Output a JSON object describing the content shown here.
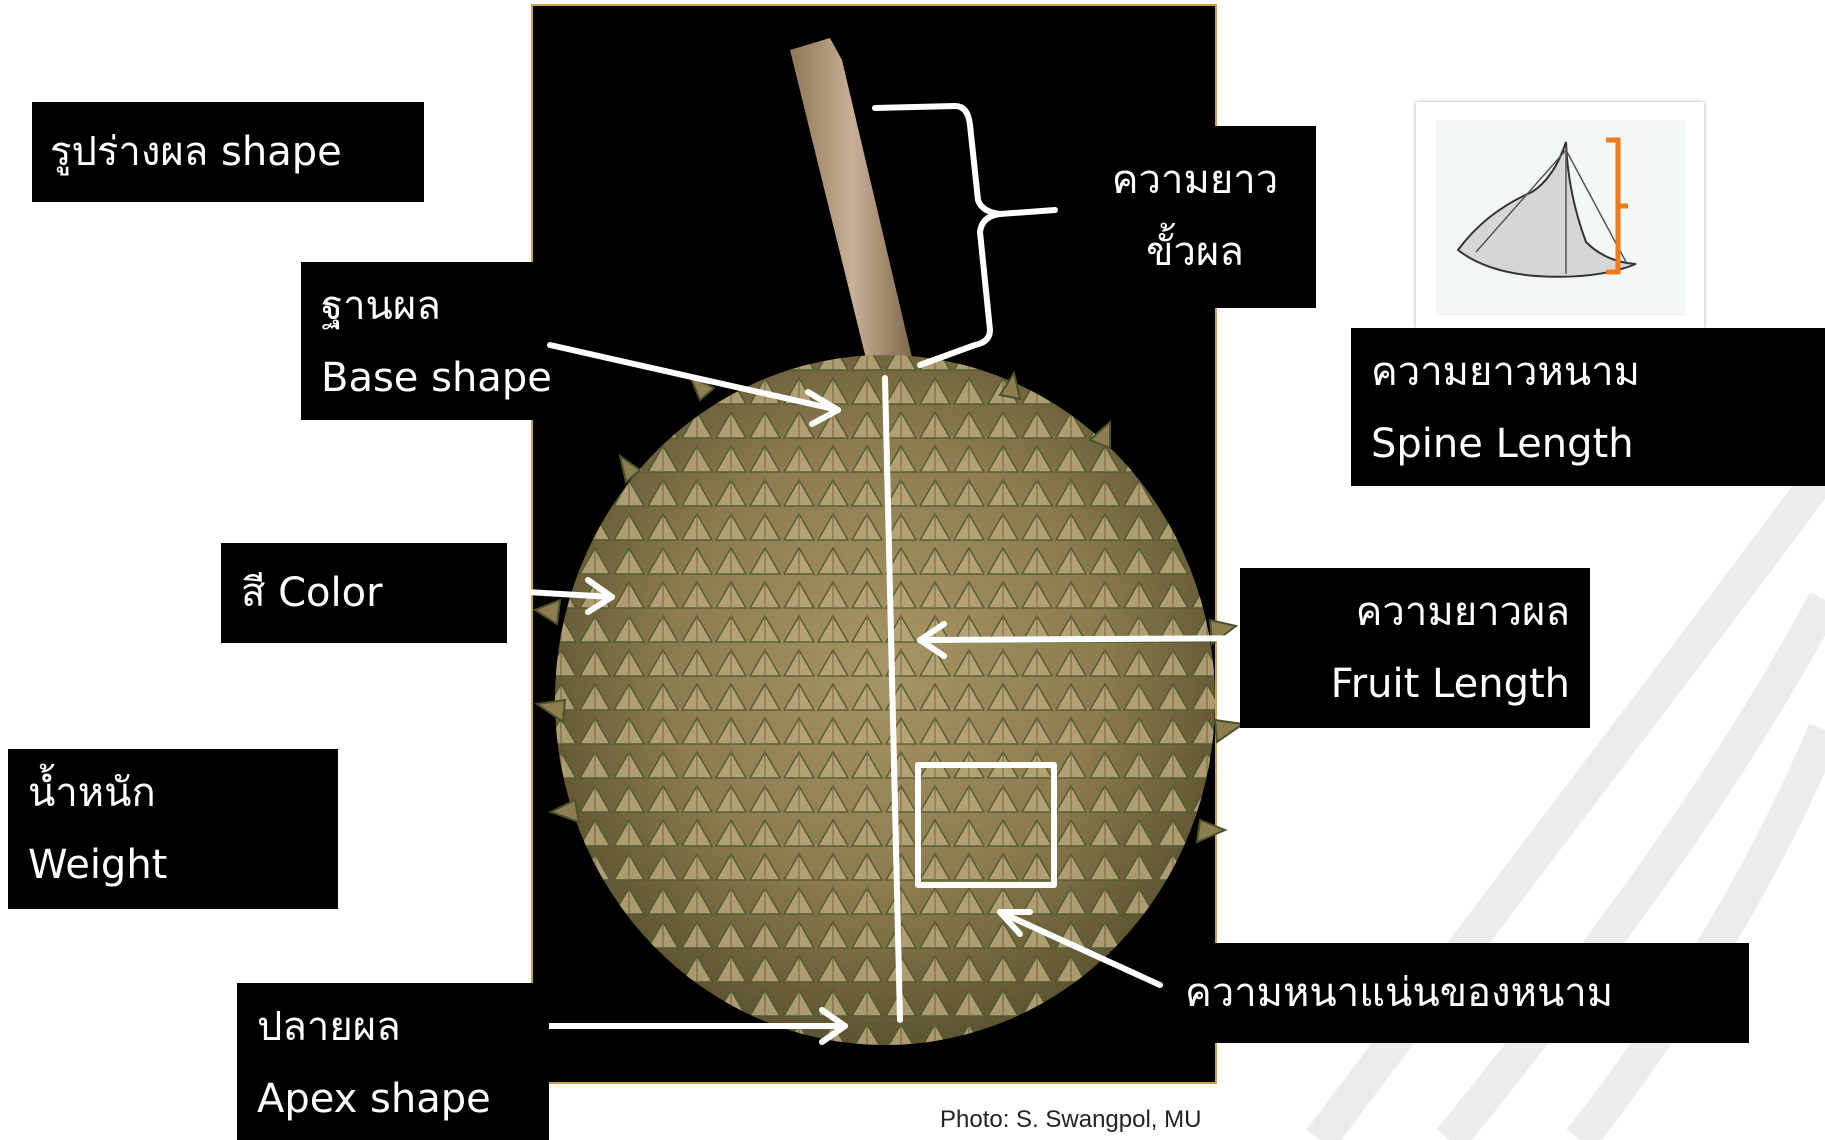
{
  "labels": {
    "shape": "รูปร่างผล shape",
    "base_th": "ฐานผล",
    "base_en": "Base shape",
    "color": "สี Color",
    "weight_th": "น้ำหนัก",
    "weight_en": "Weight",
    "apex_th": "ปลายผล",
    "apex_en": "Apex shape",
    "stalk_line1": "ความยาว",
    "stalk_line2": "ขั้วผล",
    "spine_th": "ความยาวหนาม",
    "spine_en": "Spine Length",
    "fruit_th": "ความยาวผล",
    "fruit_en": "Fruit Length",
    "density": "ความหนาแน่นของหนาม"
  },
  "credit": "Photo: S. Swangpol, MU",
  "colors": {
    "label_bg": "#000000",
    "label_text": "#ffffff",
    "annotation": "#ffffff",
    "spine_bracket": "#f07a1e",
    "photo_border": "#c9a24a",
    "swoosh": "#ececec"
  },
  "icons": {
    "photo": "durian-fruit-photo",
    "spine": "spine-sketch",
    "measure": "brace-marker"
  }
}
